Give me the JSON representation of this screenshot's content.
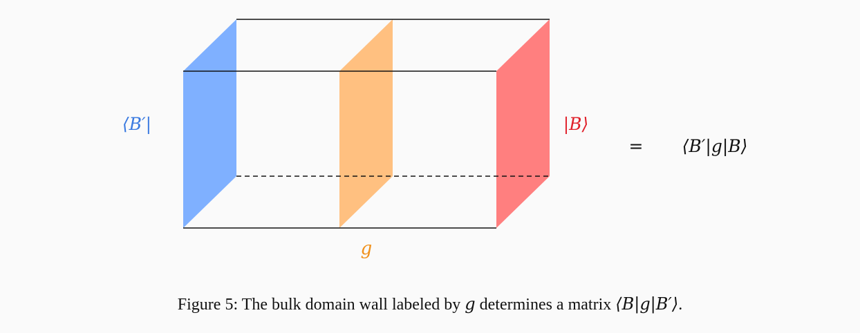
{
  "diagram": {
    "labels": {
      "left_bra": "⟨B′|",
      "right_ket": "|B⟩",
      "wall": "g",
      "equals": "=",
      "result": "⟨B′|g|B⟩"
    },
    "colors": {
      "left_wall": "#7fb0ff",
      "middle_wall": "#ffc080",
      "right_wall": "#ff7f7f",
      "left_label": "#3a7ae0",
      "middle_label": "#f0901a",
      "right_label": "#e0202a",
      "edges": "#111111"
    }
  },
  "caption": {
    "prefix": "Figure 5: The bulk domain wall labeled by ",
    "variable": "g",
    "middle": " determines a matrix ",
    "matrix": "⟨B|g|B′⟩",
    "suffix": "."
  }
}
